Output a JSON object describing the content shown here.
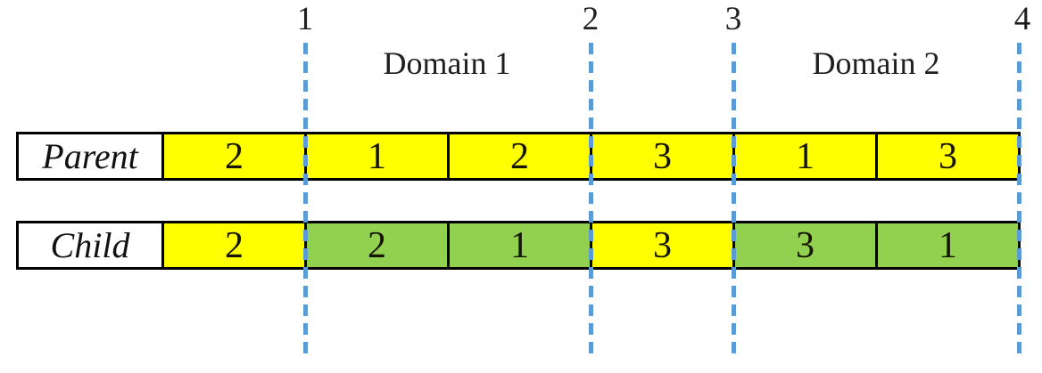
{
  "diagram": {
    "description": "Crossover diagram with Parent and Child chromosome rows split by numbered cut lines into two domains",
    "cut_points": [
      {
        "label": "1"
      },
      {
        "label": "2"
      },
      {
        "label": "3"
      },
      {
        "label": "4"
      }
    ],
    "domains": [
      {
        "label": "Domain 1"
      },
      {
        "label": "Domain 2"
      }
    ],
    "rows": [
      {
        "label": "Parent",
        "cells": [
          {
            "value": "2",
            "fill": "#FFFF00"
          },
          {
            "value": "1",
            "fill": "#FFFF00"
          },
          {
            "value": "2",
            "fill": "#FFFF00"
          },
          {
            "value": "3",
            "fill": "#FFFF00"
          },
          {
            "value": "1",
            "fill": "#FFFF00"
          },
          {
            "value": "3",
            "fill": "#FFFF00"
          }
        ]
      },
      {
        "label": "Child",
        "cells": [
          {
            "value": "2",
            "fill": "#FFFF00"
          },
          {
            "value": "2",
            "fill": "#92D050"
          },
          {
            "value": "1",
            "fill": "#92D050"
          },
          {
            "value": "3",
            "fill": "#FFFF00"
          },
          {
            "value": "3",
            "fill": "#92D050"
          },
          {
            "value": "1",
            "fill": "#92D050"
          }
        ]
      }
    ],
    "colors": {
      "yellow": "#FFFF00",
      "green": "#92D050",
      "dash_blue": "#5B9BD5",
      "border": "#000000",
      "background": "#FFFFFF"
    }
  }
}
